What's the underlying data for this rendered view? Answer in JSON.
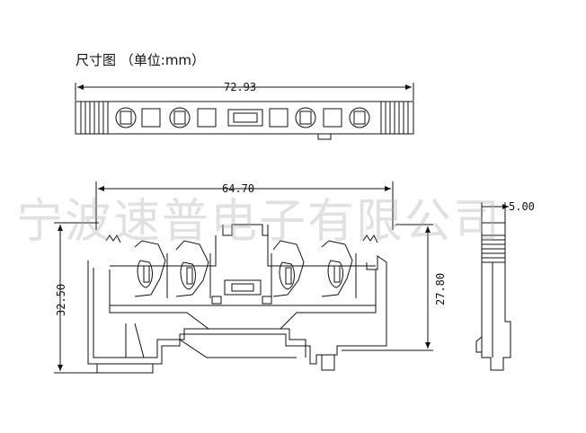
{
  "title": "尺寸图  （单位:mm）",
  "watermark": "宁波速普电子有限公司",
  "dimensions": {
    "top_width": "72.93",
    "inner_width": "64.70",
    "total_height": "32.50",
    "inner_height": "27.80",
    "side_width": "5.00"
  }
}
